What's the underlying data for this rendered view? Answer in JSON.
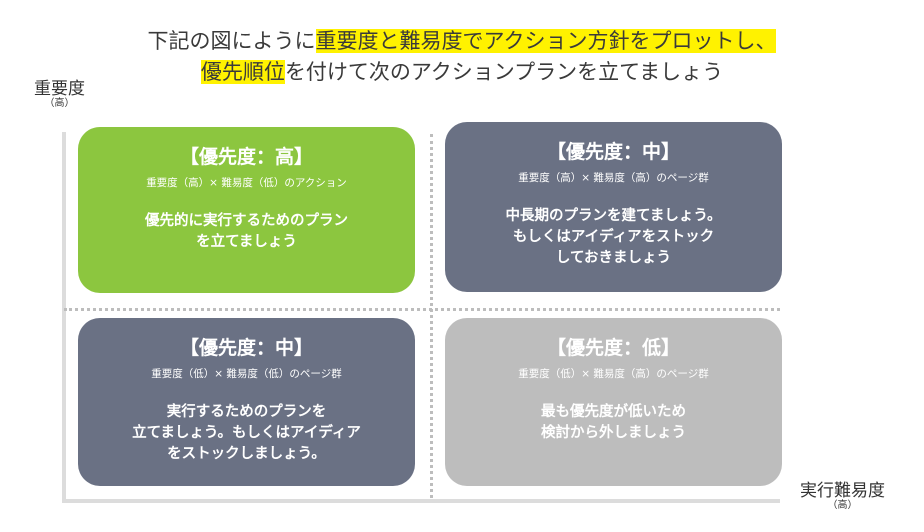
{
  "title": {
    "line1_pre": "下記の図にように",
    "line1_hl": "重要度と難易度でアクション方針をプロットし、",
    "line2_hl": "優先順位",
    "line2_post": "を付けて次のアクションプランを立てましょう"
  },
  "axes": {
    "y_label": "重要度",
    "y_sub": "（高）",
    "x_label": "実行難易度",
    "x_sub": "（高）"
  },
  "quadrants": {
    "top_left": {
      "heading": "【優先度：高】",
      "sub": "重要度（高）× 難易度（低）のアクション",
      "body1": "優先的に実行するためのプラン",
      "body2": "を立てましょう",
      "color": "#8cc63f"
    },
    "top_right": {
      "heading": "【優先度：中】",
      "sub": "重要度（高）× 難易度（高）のページ群",
      "body1": "中長期のプランを建てましょう。",
      "body2": "もしくはアイディアをストック",
      "body3": "しておきましょう",
      "color": "#6a7184"
    },
    "bottom_left": {
      "heading": "【優先度：中】",
      "sub": "重要度（低）× 難易度（低）のページ群",
      "body1": "実行するためのプランを",
      "body2": "立てましょう。もしくはアイディア",
      "body3": "をストックしましょう。",
      "color": "#6a7184"
    },
    "bottom_right": {
      "heading": "【優先度：低】",
      "sub": "重要度（低）× 難易度（高）のページ群",
      "body1": "最も優先度が低いため",
      "body2": "検討から外しましょう",
      "color": "#bdbdbd"
    }
  },
  "colors": {
    "highlight": "#fff200",
    "axis": "#dcdcdc",
    "divider": "#bdbdbd"
  }
}
